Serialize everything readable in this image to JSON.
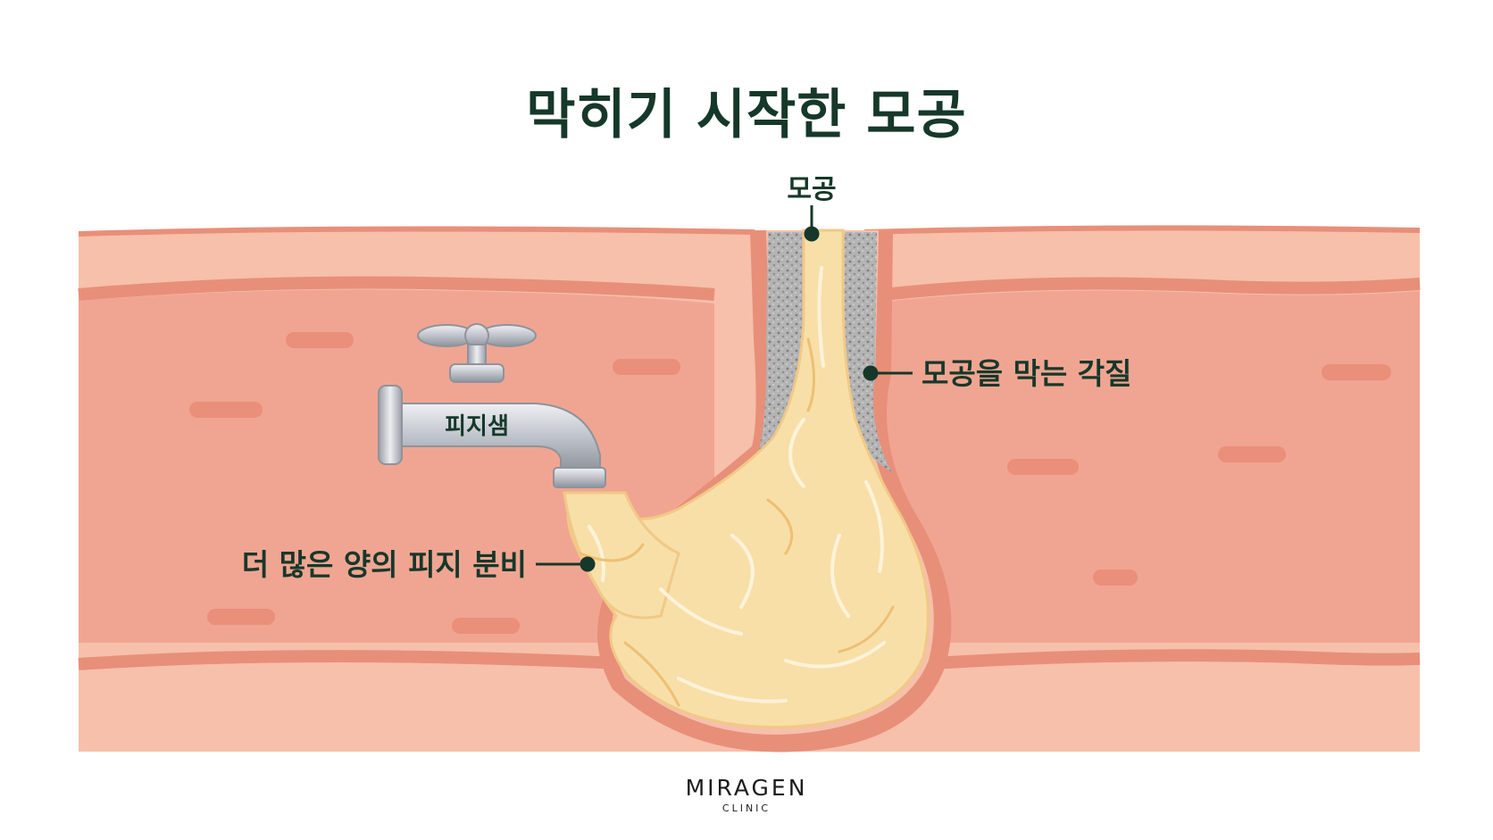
{
  "title": "막히기 시작한 모공",
  "labels": {
    "pore": "모공",
    "keratin": "모공을 막는 각질",
    "sebaceous_gland": "피지샘",
    "more_sebum": "더 많은 양의 피지 분비"
  },
  "brand": {
    "name": "MIRAGEN",
    "sub": "CLINIC"
  },
  "colors": {
    "title": "#16382a",
    "skin_light": "#f6c0ab",
    "skin_mid": "#ef9f8a",
    "skin_line": "#e07f6a",
    "sebum": "#f8dfa8",
    "keratin": "#a8a8a8",
    "faucet": "#c9ccd2"
  },
  "icons": [
    "faucet-icon"
  ]
}
